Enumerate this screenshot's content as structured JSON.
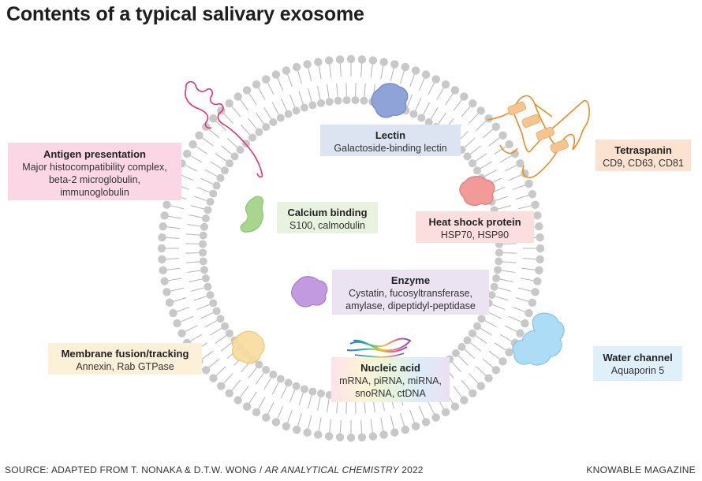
{
  "title": "Contents of a typical salivary exosome",
  "labels": {
    "lectin": {
      "heading": "Lectin",
      "body": "Galactoside-binding lectin",
      "color": "#dde4f1"
    },
    "tetraspanin": {
      "heading": "Tetraspanin",
      "body": "CD9, CD63, CD81",
      "color": "#fde2cf"
    },
    "antigen": {
      "heading": "Antigen presentation",
      "body1": "Major histocompatibility complex,",
      "body2": "beta-2 microglobulin,",
      "body3": "immunoglobulin",
      "color": "#fbd7e6"
    },
    "calcium": {
      "heading": "Calcium binding",
      "body": "S100, calmodulin",
      "color": "#e8f3df"
    },
    "heatshock": {
      "heading": "Heat shock protein",
      "body": "HSP70, HSP90",
      "color": "#fcdede"
    },
    "enzyme": {
      "heading": "Enzyme",
      "body1": "Cystatin, fucosyltransferase,",
      "body2": "amylase, dipeptidyl-peptidase",
      "color": "#ebe2f2"
    },
    "membrane": {
      "heading": "Membrane fusion/tracking",
      "body": "Annexin, Rab GTPase",
      "color": "#fdf0d9"
    },
    "nucleic": {
      "heading": "Nucleic acid",
      "body1": "mRNA, piRNA, miRNA,",
      "body2": "snoRNA, ctDNA"
    },
    "water": {
      "heading": "Water channel",
      "body": "Aquaporin 5",
      "color": "#dff0fb"
    }
  },
  "footer": {
    "source_prefix": "SOURCE: ADAPTED FROM T. NONAKA & D.T.W. WONG / ",
    "source_journal": "AR ANALYTICAL CHEMISTRY",
    "source_year": " 2022",
    "brand": "KNOWABLE MAGAZINE"
  },
  "colors": {
    "lipid_head": "#c8c8c8",
    "lipid_tail": "#b4b4b4",
    "lectin_shape": "#8fa3d9",
    "tetraspanin_line": "#f08a1e",
    "tetraspanin_band": "#f6c48d",
    "antigen_line": "#e0307a",
    "calcium_shape": "#a9d68f",
    "heatshock_shape": "#f29a9a",
    "enzyme_shape": "#c29ae0",
    "membrane_shape": "#f7dc9c",
    "water_shape": "#a9dcf6"
  }
}
